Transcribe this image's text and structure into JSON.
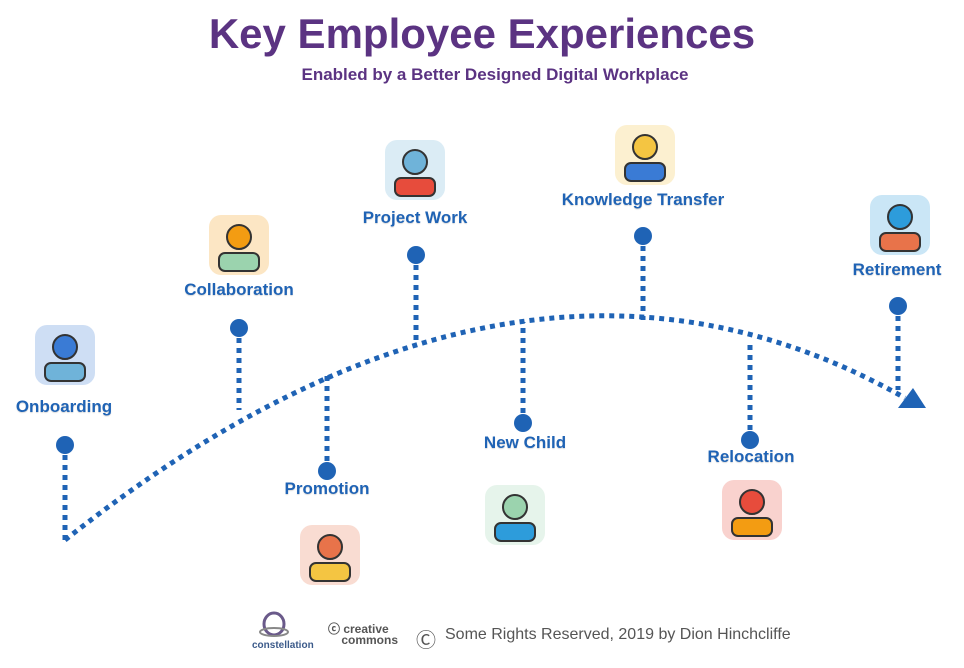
{
  "header": {
    "title": "Key Employee Experiences",
    "subtitle": "Enabled by a Better Designed Digital Workplace"
  },
  "stages": [
    {
      "label": "Onboarding",
      "icon": "onboarding-hand-badge-icon"
    },
    {
      "label": "Collaboration",
      "icon": "collaboration-network-icon"
    },
    {
      "label": "Promotion",
      "icon": "promotion-building-icon"
    },
    {
      "label": "Project Work",
      "icon": "project-work-board-icon"
    },
    {
      "label": "New Child",
      "icon": "baby-icon"
    },
    {
      "label": "Knowledge Transfer",
      "icon": "knowledge-transfer-heads-icon"
    },
    {
      "label": "Relocation",
      "icon": "moving-truck-icon"
    },
    {
      "label": "Retirement",
      "icon": "beach-umbrella-icon"
    }
  ],
  "footer": {
    "logo": "constellation",
    "cc_logo": "creative commons",
    "text": "Some Rights Reserved, 2019 by Dion Hinchcliffe"
  },
  "colors": {
    "title": "#5b3382",
    "line": "#1f63b5"
  }
}
